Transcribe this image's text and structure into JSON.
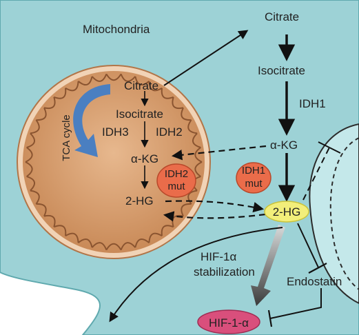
{
  "labels": {
    "mitochondria": "Mitochondria",
    "tca_cycle": "TCA cycle",
    "mito_citrate": "Citrate",
    "mito_isocitrate": "Isocitrate",
    "idh3": "IDH3",
    "idh2": "IDH2",
    "mito_akg": "α-KG",
    "idh2_mut_line1": "IDH2",
    "idh2_mut_line2": "mut",
    "mito_2hg": "2-HG",
    "cyto_citrate": "Citrate",
    "cyto_isocitrate": "Isocitrate",
    "idh1": "IDH1",
    "cyto_akg": "α-KG",
    "idh1_mut_line1": "IDH1",
    "idh1_mut_line2": "mut",
    "cyto_2hg": "2-HG",
    "hif_stab_line1": "HIF-1α",
    "hif_stab_line2": "stabilization",
    "endostatin": "Endostatin",
    "hif1a": "HIF-1-α"
  },
  "colors": {
    "cell": "#9dd2d6",
    "cell_edge": "#5fa9ae",
    "nucleus": "#c4e8ea",
    "mito_body": "#d9a57a",
    "mito_edge": "#b27548",
    "mito_rim": "#f1d3b6",
    "tca_arrow": "#4a7fc1",
    "mut_bubble": "#ea6c4a",
    "twohg": "#f2ee7a",
    "hif": "#d94f7c"
  }
}
